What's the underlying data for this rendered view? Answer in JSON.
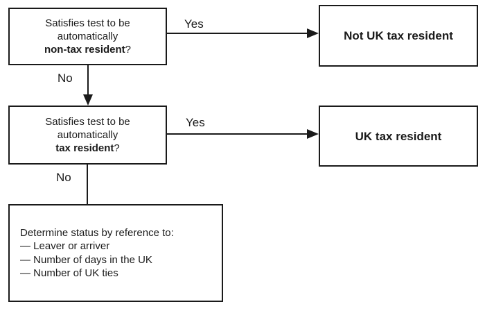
{
  "flowchart": {
    "colors": {
      "background": "#ffffff",
      "line": "#1a1a1a",
      "text": "#1a1a1a"
    },
    "boxes": {
      "q_non_resident": {
        "line1": "Satisfies test to be",
        "line2": "automatically",
        "line3_bold": "non-tax resident",
        "line3_tail": "?"
      },
      "not_uk_resident": {
        "label": "Not UK tax resident"
      },
      "q_resident": {
        "line1": "Satisfies test to be",
        "line2": "automatically",
        "line3_bold": "tax resident",
        "line3_tail": "?"
      },
      "uk_resident": {
        "label": "UK tax resident"
      },
      "determine": {
        "line1": "Determine status by reference to:",
        "line2": "— Leaver or arriver",
        "line3": "— Number of days in the UK",
        "line4": "— Number of UK ties"
      }
    },
    "edge_labels": {
      "yes1": "Yes",
      "no1": "No",
      "yes2": "Yes",
      "no2": "No"
    }
  }
}
